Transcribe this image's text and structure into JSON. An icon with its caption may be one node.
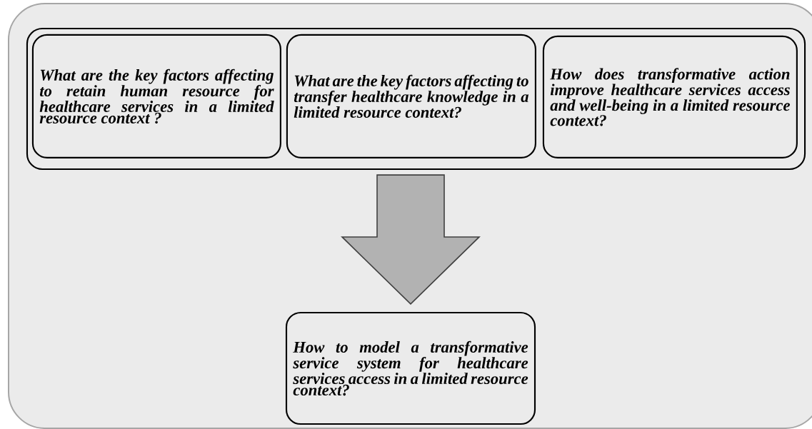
{
  "diagram": {
    "nodes": [
      {
        "text": [],
        "shape": "box"
      },
      {
        "text": [
          "What are the key factors affecting to retain human resource for healthcare services in a limited resource context ?"
        ],
        "in": 0
      },
      {
        "text": [
          "What are the key factors affecting to transfer healthcare knowledge in a limited resource context?"
        ],
        "in": 0
      },
      {
        "text": [
          "How does transformative action improve healthcare services access and well-being in a limited resource context?"
        ],
        "in": 0
      },
      {
        "text": [
          "How to model a transformative service system for healthcare services access in a limited resource context?"
        ]
      }
    ],
    "edges": [
      {
        "from": 0,
        "to": 4,
        "arrow": "to"
      }
    ]
  }
}
